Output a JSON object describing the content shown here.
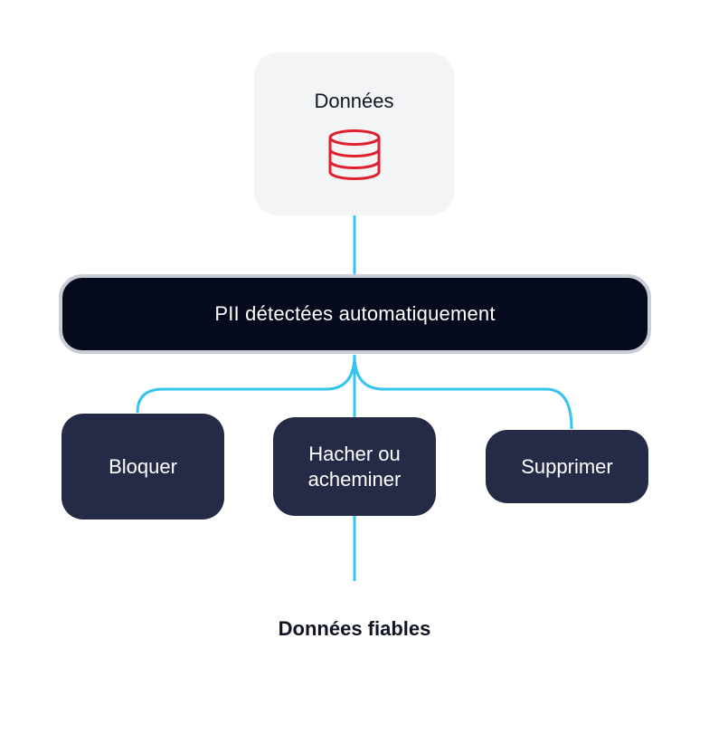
{
  "source": {
    "title": "Données",
    "icon": "database-icon",
    "icon_color": "#e0202f"
  },
  "detector": {
    "label": "PII détectées automatiquement"
  },
  "actions": [
    {
      "label": "Bloquer"
    },
    {
      "label": "Hacher ou acheminer"
    },
    {
      "label": "Supprimer"
    }
  ],
  "output": {
    "label": "Données fiables"
  },
  "colors": {
    "connector": "#36c5f0",
    "dark_bar": "#050a1c",
    "action_box": "#252b47",
    "source_box": "#f3f4f6"
  }
}
